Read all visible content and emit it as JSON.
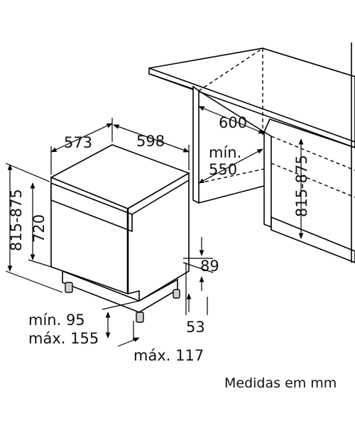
{
  "dimensions": {
    "depth": "573",
    "width": "598",
    "niche_width": "600",
    "min_niche_label": "mín.",
    "min_niche_depth": "550",
    "height_range": "815-875",
    "body_height": "720",
    "niche_height_range": "815-875",
    "plinth_height": "89",
    "plinth_recess": "53",
    "min_label": "mín. 95",
    "max_label": "máx. 155",
    "max_117": "máx. 117"
  },
  "footer": {
    "units_note": "Medidas em mm"
  }
}
